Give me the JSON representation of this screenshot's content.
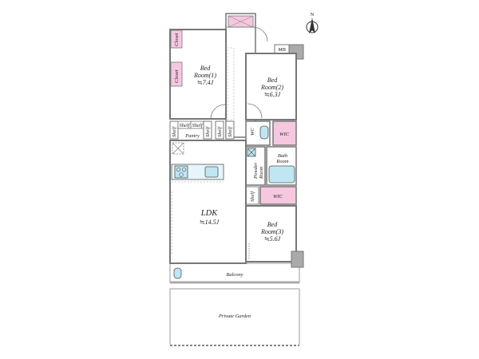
{
  "compass": {
    "label": "N",
    "icon": "north-arrow-icon"
  },
  "colors": {
    "wall": "#7a7a7a",
    "closet": "#f6c8e0",
    "water": "#bfe6f2",
    "balcony_tile": "#e8e8e8"
  },
  "rooms": {
    "bed1": {
      "name_line1": "Bed",
      "name_line2": "Room(1)",
      "size": "≒7.4J"
    },
    "bed2": {
      "name_line1": "Bed",
      "name_line2": "Room(2)",
      "size": "≒6.3J"
    },
    "bed3": {
      "name_line1": "Bed",
      "name_line2": "Room(3)",
      "size": "≒5.6J"
    },
    "ldk": {
      "name": "LDK",
      "size": "≒14.5J"
    },
    "bath": {
      "name_line1": "Bath",
      "name_line2": "Room"
    },
    "powder": {
      "name_line1": "Powder",
      "name_line2": "Room"
    },
    "balcony": {
      "name": "Balcony"
    },
    "garden": {
      "name": "Private Garden"
    }
  },
  "labels": {
    "closet_a": "Closet",
    "closet_b": "Closet",
    "mb": "MB",
    "wc": "WC",
    "wic_1": "WIC",
    "wic_2": "WIC",
    "pantry": "Pantry",
    "shelf_1": "Shelf",
    "shelf_2": "Shelf",
    "shelf_3": "Shelf",
    "shelf_4": "Shelf",
    "shelf_5": "Shelf",
    "shelf_6": "Shelf",
    "shelf_7": "Shelf"
  }
}
